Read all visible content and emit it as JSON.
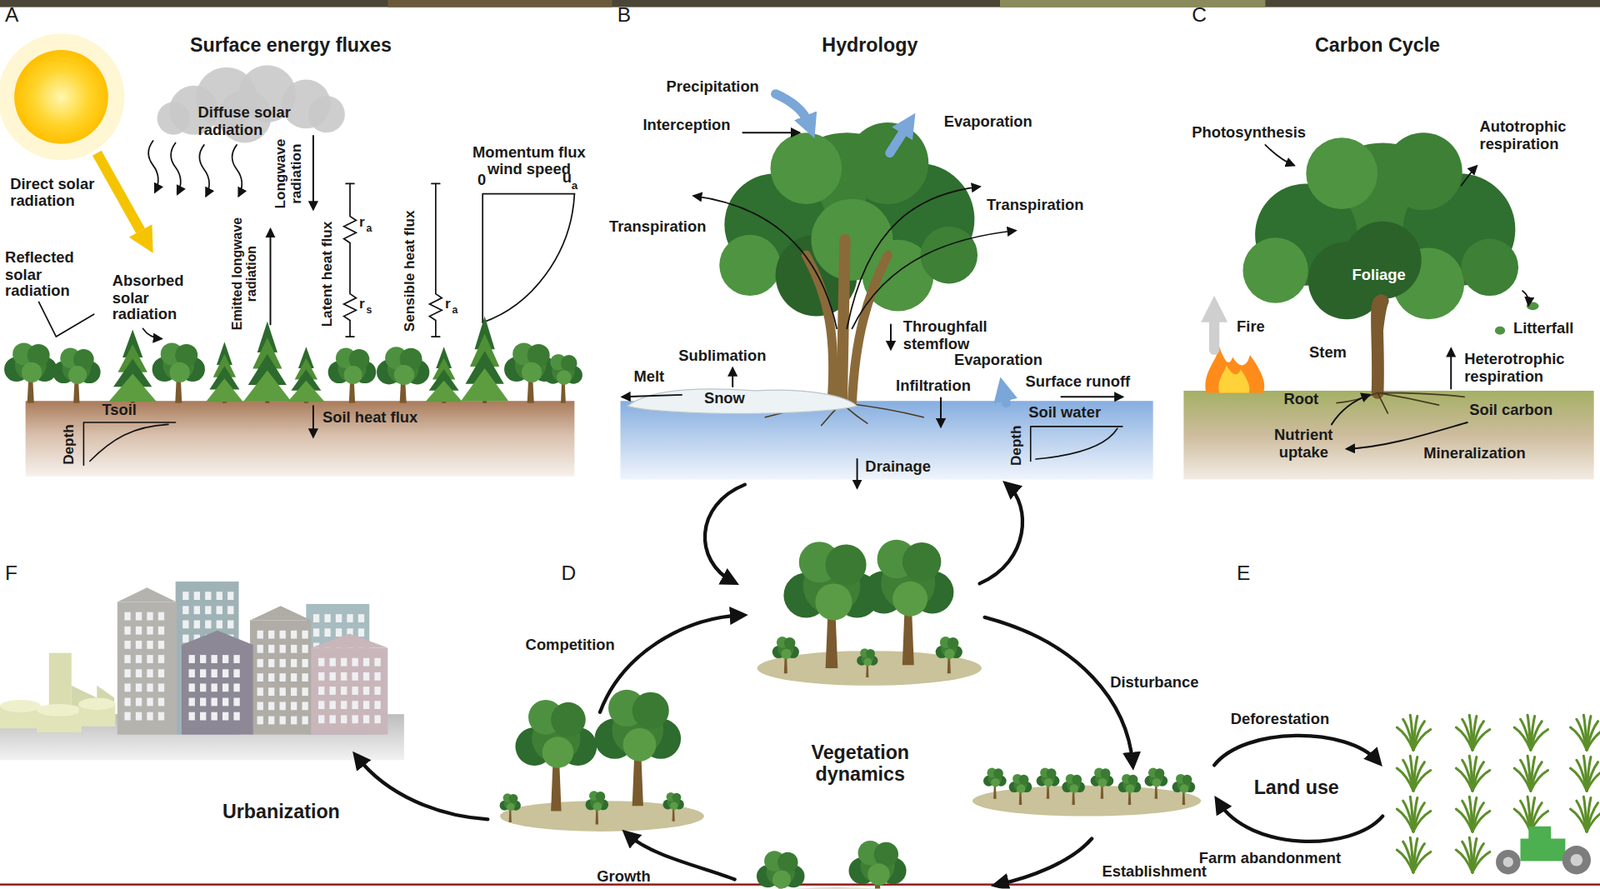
{
  "diagram": {
    "nodes": [
      {
        "text": [
          "A",
          "Surface energy fluxes"
        ]
      },
      {
        "text": [
          "B",
          "Hydrology"
        ]
      },
      {
        "text": [
          "C",
          "Carbon Cycle"
        ]
      },
      {
        "text": [
          "D"
        ]
      },
      {
        "text": [
          "E"
        ]
      },
      {
        "text": [
          "F"
        ]
      }
    ],
    "labels": [
      "Diffuse solar radiation",
      "Direct solar radiation",
      "Longwave radiation",
      "Reflected solar radiation",
      "Absorbed solar radiation",
      "Emitted longwave radiation",
      "Latent heat flux",
      "Sensible heat flux",
      "Momentum flux wind speed",
      "0",
      "u",
      "a",
      "r",
      "a",
      "r",
      "s",
      "r",
      "a",
      "Tsoil",
      "Depth",
      "Soil heat flux",
      "Precipitation",
      "Interception",
      "Evaporation",
      "Transpiration",
      "Transpiration",
      "Throughfall stemflow",
      "Sublimation",
      "Melt",
      "Snow",
      "Evaporation",
      "Infiltration",
      "Surface runoff",
      "Soil water",
      "Depth",
      "Drainage",
      "Photosynthesis",
      "Autotrophic respiration",
      "Foliage",
      "Fire",
      "Litterfall",
      "Stem",
      "Heterotrophic respiration",
      "Root",
      "Soil carbon",
      "Nutrient uptake",
      "Mineralization",
      "Competition",
      "Disturbance",
      "Vegetation dynamics",
      "Growth",
      "Establishment",
      "Deforestation",
      "Land use",
      "Farm abandonment",
      "Urbanization"
    ]
  }
}
